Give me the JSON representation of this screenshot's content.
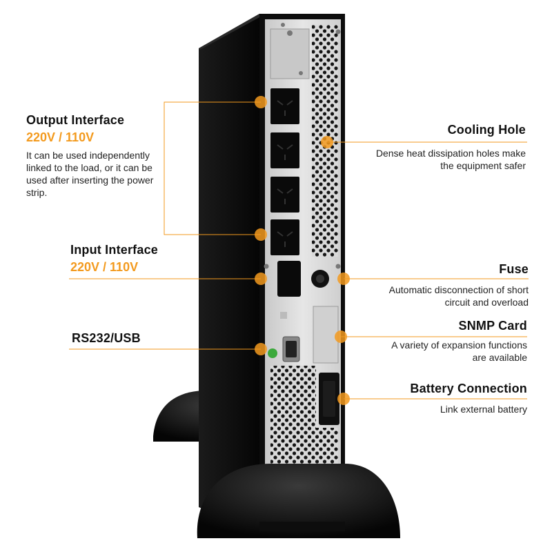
{
  "accent_color": "#f39a1e",
  "callouts": {
    "output_interface": {
      "title": "Output Interface",
      "voltage": "220V / 110V",
      "description": "It can be used independently linked to the load, or it can be used after inserting the power strip."
    },
    "input_interface": {
      "title": "Input Interface",
      "voltage": "220V / 110V"
    },
    "rs232_usb": {
      "title": "RS232/USB"
    },
    "cooling_hole": {
      "title": "Cooling Hole",
      "description_line1": "Dense heat dissipation holes make",
      "description_line2": "the equipment safer"
    },
    "fuse": {
      "title": "Fuse",
      "description_line1": "Automatic disconnection of short",
      "description_line2": "circuit and overload"
    },
    "snmp_card": {
      "title": "SNMP Card",
      "description_line1": "A variety of expansion functions",
      "description_line2": "are available"
    },
    "battery_connection": {
      "title": "Battery Connection",
      "description": "Link external battery"
    }
  }
}
